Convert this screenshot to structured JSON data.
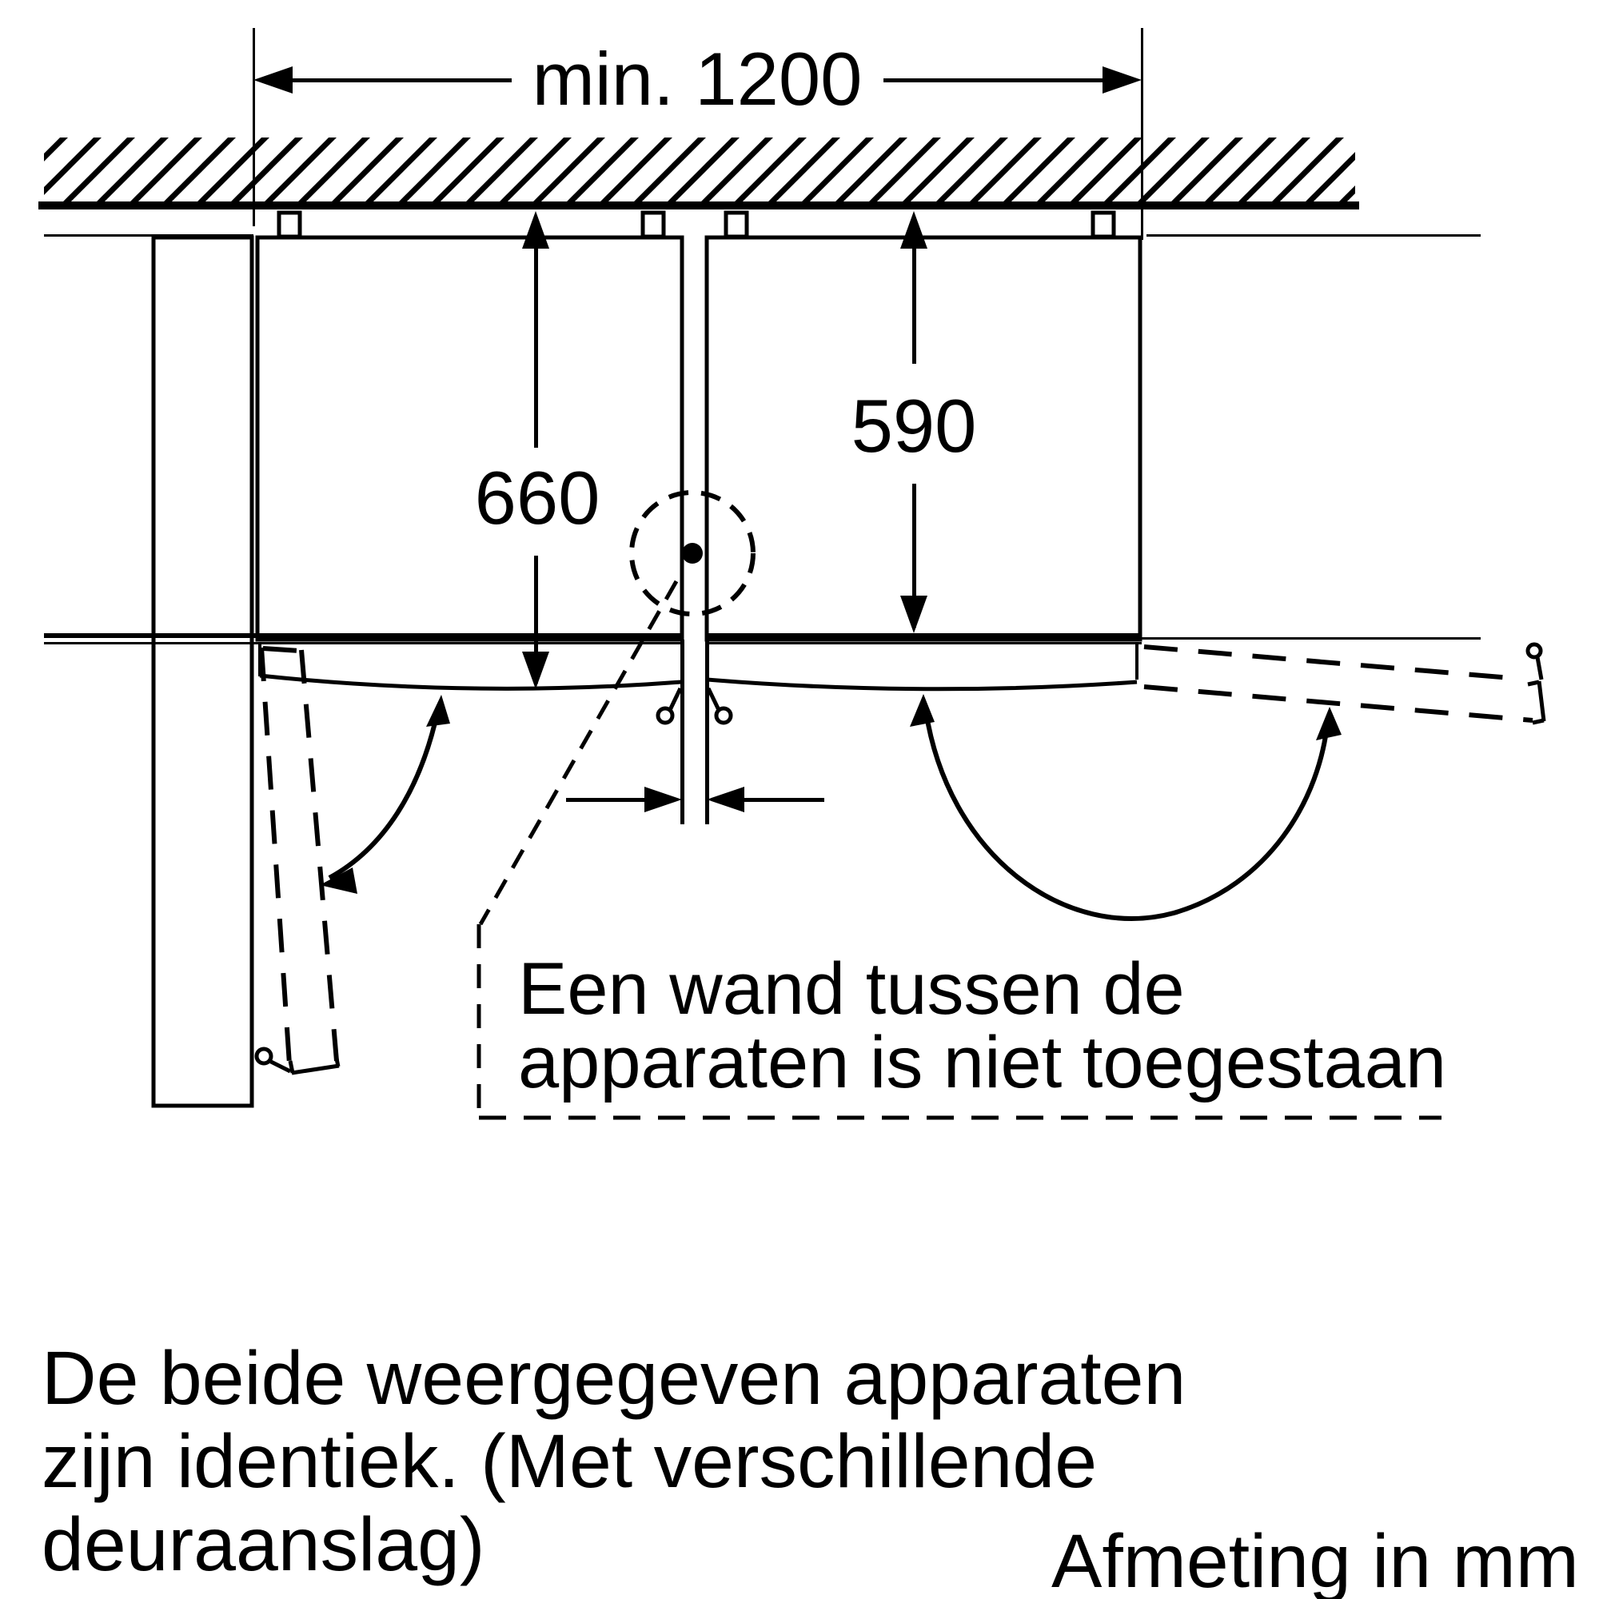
{
  "title": "Appliance side-by-side installation diagram",
  "dimensions": {
    "min_width_label": "min. 1200",
    "depth_with_door_label": "660",
    "depth_without_door_label": "590"
  },
  "callout": {
    "line1": "Een wand tussen de",
    "line2": "apparaten is niet toegestaan"
  },
  "footer_note": {
    "line1": "De beide weergegeven apparaten",
    "line2": "zijn identiek. (Met verschillende",
    "line3": "deuraanslag)"
  },
  "units_label": "Afmeting in mm",
  "colors": {
    "ink": "#000000",
    "background": "#ffffff"
  }
}
